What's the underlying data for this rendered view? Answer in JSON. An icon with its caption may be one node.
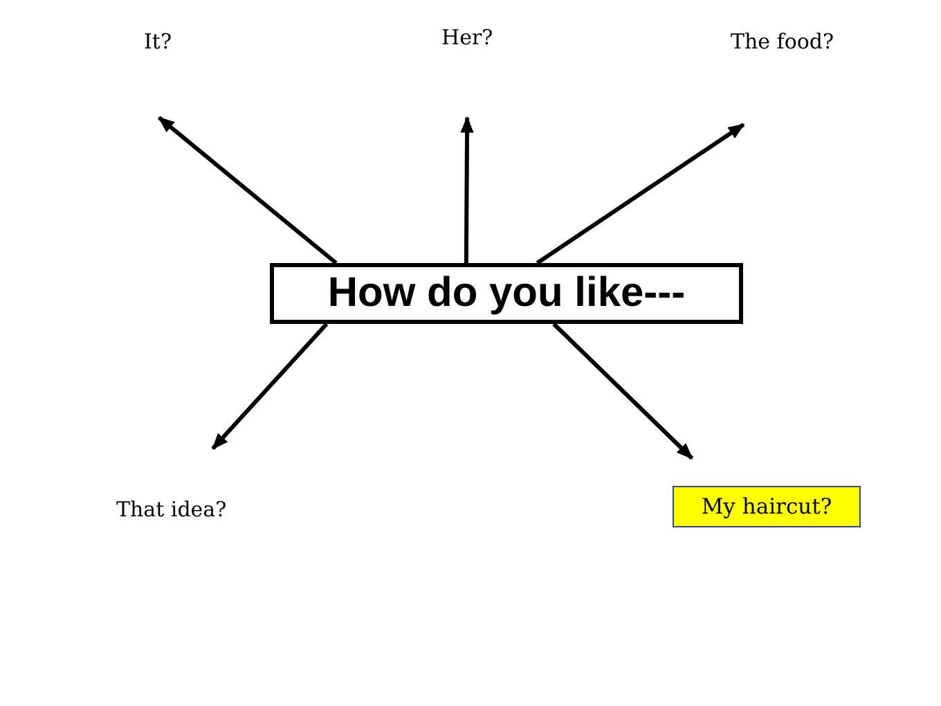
{
  "diagram": {
    "nodes": [
      {
        "text": [
          "It?"
        ]
      },
      {
        "text": [
          "Her?"
        ]
      },
      {
        "text": [
          "The food?"
        ]
      },
      {
        "text": [
          "How do you like---"
        ]
      },
      {
        "text": [
          "That idea?"
        ]
      },
      {
        "text": [
          "My haircut?"
        ]
      }
    ],
    "edges": [
      {
        "from": 3,
        "to": 0,
        "arrow": "to"
      },
      {
        "from": 3,
        "to": 1,
        "arrow": "to"
      },
      {
        "from": 3,
        "to": 2,
        "arrow": "to"
      },
      {
        "from": 3,
        "to": 4,
        "arrow": "to"
      },
      {
        "from": 3,
        "to": 5,
        "arrow": "to"
      }
    ]
  }
}
